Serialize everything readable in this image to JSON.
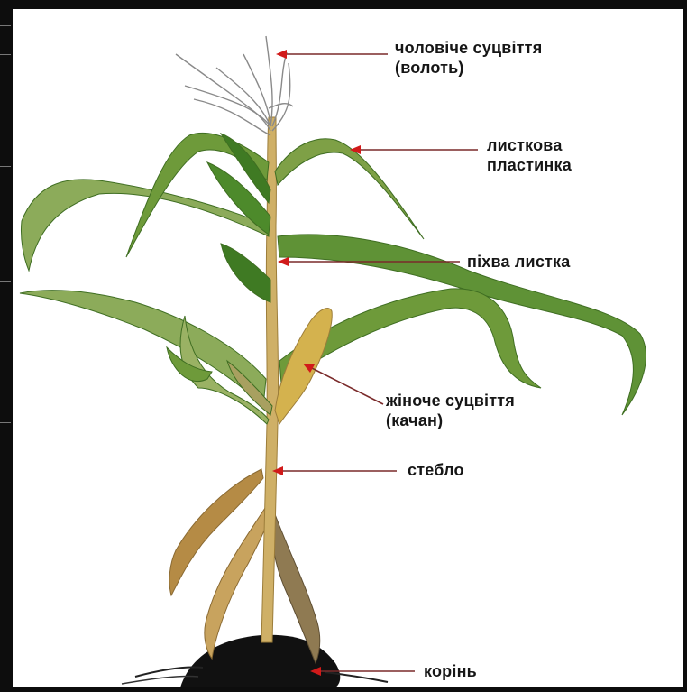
{
  "labels": {
    "tassel": {
      "line1": "чоловіче суцвіття",
      "line2": "(волоть)"
    },
    "leaf_blade": {
      "line1": "листкова",
      "line2": "пластинка"
    },
    "leaf_sheath": {
      "line1": "піхва листка"
    },
    "ear": {
      "line1": "жіноче суцвіття",
      "line2": "(качан)"
    },
    "stem": {
      "line1": "стебло"
    },
    "root": {
      "line1": "корінь"
    }
  },
  "colors": {
    "background": "#ffffff",
    "frame": "#0d0d0d",
    "arrow_line": "#7a2a2a",
    "arrow_head": "#d11a1a",
    "leaf_green": "#4f8a2a",
    "stalk_tan": "#c9a85a",
    "soil": "#111111"
  }
}
